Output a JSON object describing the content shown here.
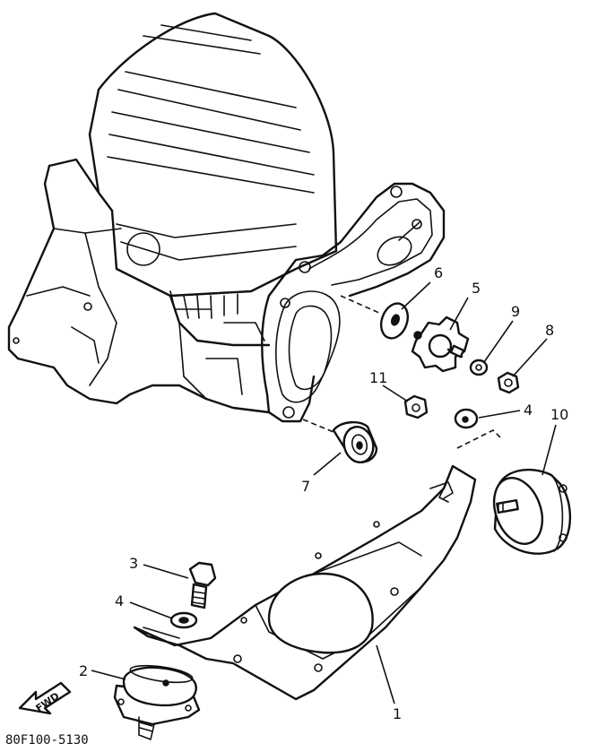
{
  "callouts": {
    "c1": "1",
    "c2": "2",
    "c3": "3",
    "c4a": "4",
    "c4b": "4",
    "c5": "5",
    "c6": "6",
    "c7": "7",
    "c8": "8",
    "c9": "9",
    "c10": "10",
    "c11": "11"
  },
  "fwd_label": "FWD",
  "diagram_code": "80F100-5130"
}
